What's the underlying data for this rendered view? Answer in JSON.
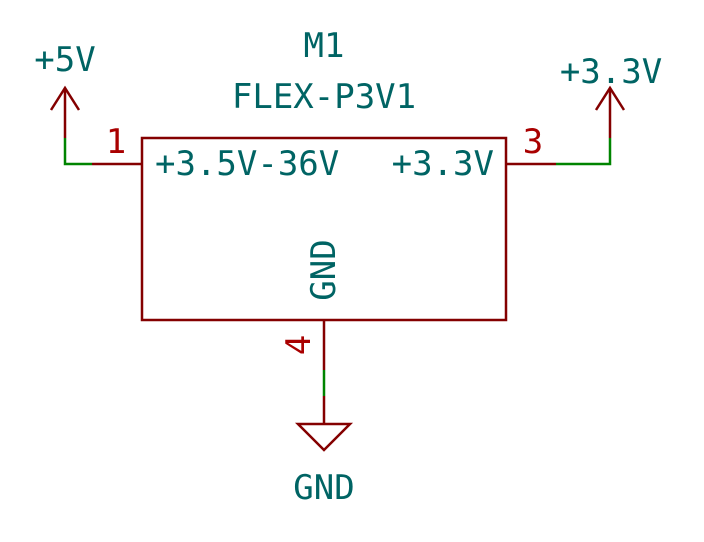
{
  "component": {
    "reference": "M1",
    "value": "FLEX-P3V1",
    "pin_vin_name": "+3.5V-36V",
    "pin_vout_name": "+3.3V",
    "pin_gnd_name": "GND",
    "pin_vin_number": "1",
    "pin_vout_number": "3",
    "pin_gnd_number": "4"
  },
  "power_symbols": {
    "left": "+5V",
    "right": "+3.3V",
    "ground": "GND"
  },
  "colors": {
    "body": "#840000",
    "wire": "#008400",
    "text": "#006464",
    "pin_number": "#a90000",
    "background": "#ffffff"
  }
}
